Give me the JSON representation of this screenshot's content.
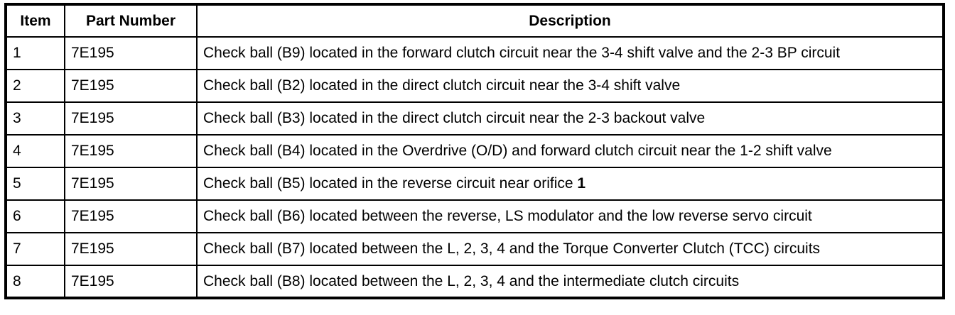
{
  "table": {
    "name": "check-ball-location-table",
    "columns": [
      {
        "key": "item",
        "label": "Item"
      },
      {
        "key": "part_number",
        "label": "Part Number"
      },
      {
        "key": "description",
        "label": "Description"
      }
    ],
    "rows": [
      {
        "item": "1",
        "part_number": "7E195",
        "description": "Check ball (B9) located in the forward clutch circuit near the 3-4 shift valve and the 2-3 BP circuit"
      },
      {
        "item": "2",
        "part_number": "7E195",
        "description": "Check ball (B2) located in the direct clutch circuit near the 3-4 shift valve"
      },
      {
        "item": "3",
        "part_number": "7E195",
        "description": "Check ball (B3) located in the direct clutch circuit near the 2-3 backout valve"
      },
      {
        "item": "4",
        "part_number": "7E195",
        "description": "Check ball (B4) located in the Overdrive (O/D) and forward clutch circuit near the 1-2 shift valve"
      },
      {
        "item": "5",
        "part_number": "7E195",
        "description": "Check ball (B5) located in the reverse circuit near orifice 1",
        "description_prefix": "Check ball (B5) located in the reverse circuit near orifice ",
        "description_bold_suffix": "1"
      },
      {
        "item": "6",
        "part_number": "7E195",
        "description": "Check ball (B6) located between the reverse, LS modulator and the low reverse servo circuit"
      },
      {
        "item": "7",
        "part_number": "7E195",
        "description": "Check ball (B7) located between the L, 2, 3, 4 and the Torque Converter Clutch (TCC) circuits"
      },
      {
        "item": "8",
        "part_number": "7E195",
        "description": "Check ball (B8) located between the L, 2, 3, 4 and the intermediate clutch circuits"
      }
    ]
  },
  "colors": {
    "border": "#000000",
    "text": "#000000",
    "background": "#ffffff"
  }
}
